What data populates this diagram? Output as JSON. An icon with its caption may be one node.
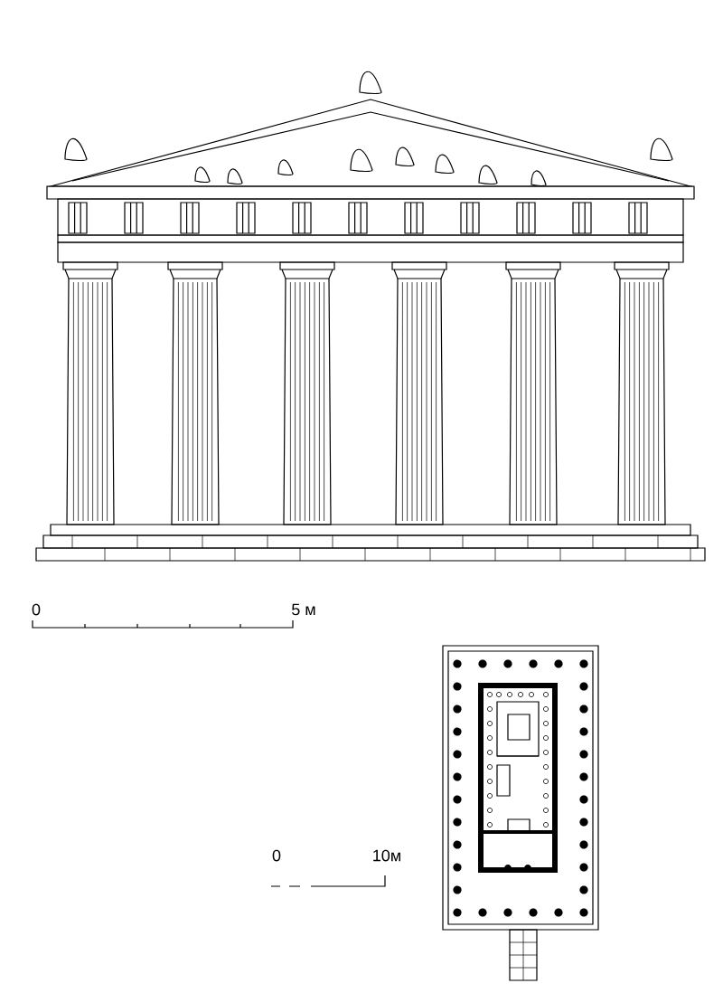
{
  "diagram": {
    "labels": [
      "0",
      "5 м",
      "0",
      "10м"
    ]
  }
}
